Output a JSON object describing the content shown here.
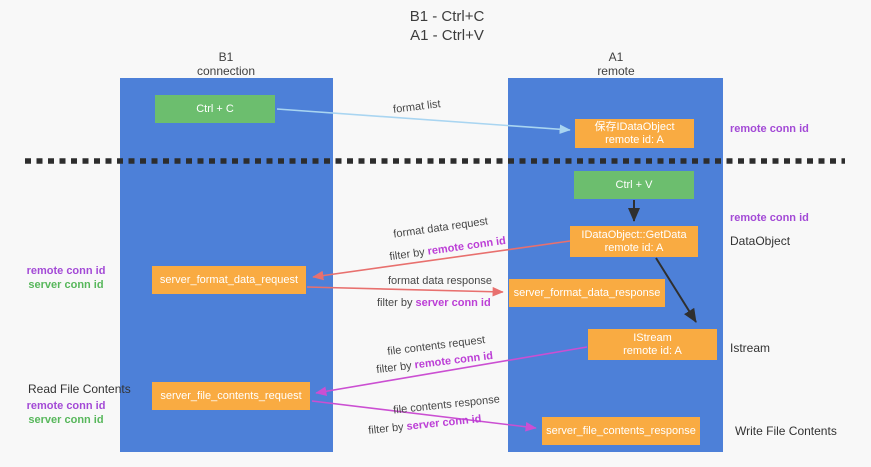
{
  "title": {
    "line1": "B1 - Ctrl+C",
    "line2": "A1 - Ctrl+V"
  },
  "lanes": {
    "left": {
      "name": "B1",
      "subtitle": "connection"
    },
    "right": {
      "name": "A1",
      "subtitle": "remote"
    }
  },
  "nodes": {
    "ctrl_c": {
      "label": "Ctrl + C"
    },
    "ctrl_v": {
      "label": "Ctrl + V"
    },
    "save_idataobject": {
      "line1": "保存IDataObject",
      "line2": "remote id: A"
    },
    "getdata": {
      "line1": "IDataObject::GetData",
      "line2": "remote id: A"
    },
    "istream": {
      "line1": "IStream",
      "line2": "remote id: A"
    },
    "format_request": {
      "label": "server_format_data_request"
    },
    "format_response": {
      "label": "server_format_data_response"
    },
    "file_request": {
      "label": "server_file_contents_request"
    },
    "file_response": {
      "label": "server_file_contents_response"
    }
  },
  "edges": {
    "format_list": {
      "label": "format list"
    },
    "format_data_request": {
      "label": "format data request",
      "filter_prefix": "filter by ",
      "filter_value": "remote conn id"
    },
    "format_data_response": {
      "label": "format data response",
      "filter_prefix": "filter by ",
      "filter_value": "server conn id"
    },
    "file_contents_request": {
      "label": "file contents request",
      "filter_prefix": "filter by ",
      "filter_value": "remote conn id"
    },
    "file_contents_response": {
      "label": "file contents response",
      "filter_prefix": "filter by ",
      "filter_value": "server conn id"
    }
  },
  "annotations": {
    "right_remote_conn_id_top": "remote conn id",
    "right_remote_conn_id_mid": "remote conn id",
    "dataobject": "DataObject",
    "istream": "Istream",
    "write_file_contents": "Write File Contents",
    "read_file_contents": "Read File Contents",
    "left_top": {
      "remote": "remote conn id",
      "server": "server conn id"
    },
    "left_bottom": {
      "remote": "remote conn id",
      "server": "server conn id"
    }
  },
  "colors": {
    "lane_blue": "#4d80d8",
    "node_orange": "#f9ab42",
    "node_green": "#6cbe6e",
    "arrow_red": "#e8706e",
    "arrow_magenta": "#cb4fd2",
    "arrow_lightblue": "#a9d5f1",
    "arrow_black": "#2f2f2f",
    "label_purple": "#a34ad6",
    "label_green": "#57b75b",
    "filter_magenta": "#bc3fd6"
  }
}
